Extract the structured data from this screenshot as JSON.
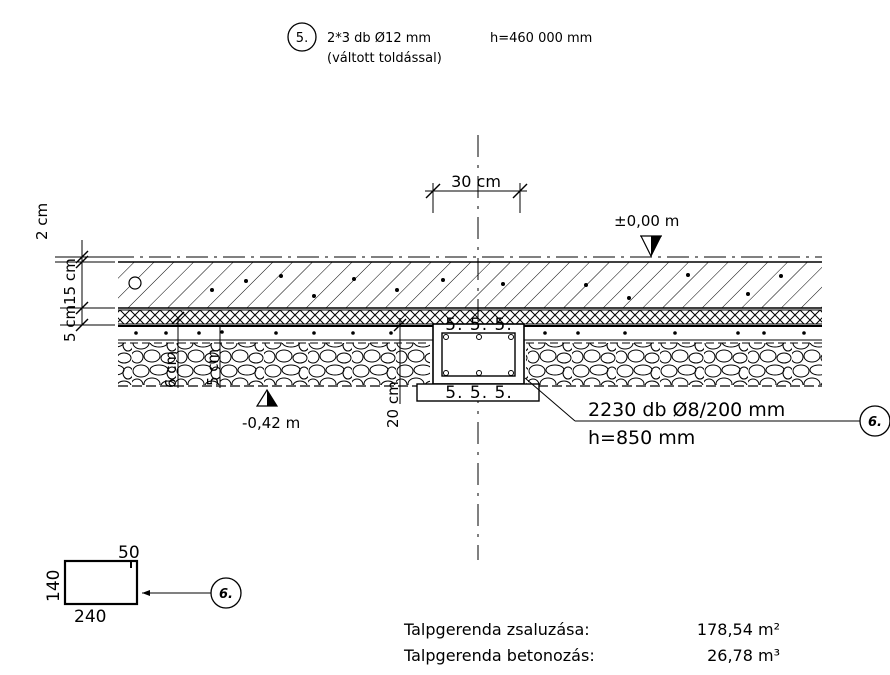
{
  "header": {
    "callout_5": "5.",
    "bar_spec": "2*3 db Ø12 mm",
    "bar_length": "h=460 000 mm",
    "bar_note": "(váltott toldással)"
  },
  "dimensions": {
    "width_30": "30 cm",
    "layer_2": "2 cm",
    "layer_15": "15 cm",
    "layer_5": "5 cm",
    "layer_6": "6 cm",
    "layer_5b": "5 cm",
    "depth_20": "20 cm"
  },
  "levels": {
    "top": "±0,00 m",
    "bottom": "-0,42 m"
  },
  "beam_labels": {
    "top": "5. 5. 5.",
    "bottom": "5. 5. 5."
  },
  "stirrup": {
    "spec": "2230 db Ø8/200 mm",
    "length": "h=850 mm",
    "callout": "6."
  },
  "detail": {
    "dim_top": "50",
    "dim_side": "140",
    "dim_bottom": "240",
    "callout": "6."
  },
  "quantities": [
    {
      "label": "Talpgerenda zsaluzása:",
      "value": "178,54 m²"
    },
    {
      "label": "Talpgerenda betonozás:",
      "value": "26,78 m³"
    }
  ]
}
